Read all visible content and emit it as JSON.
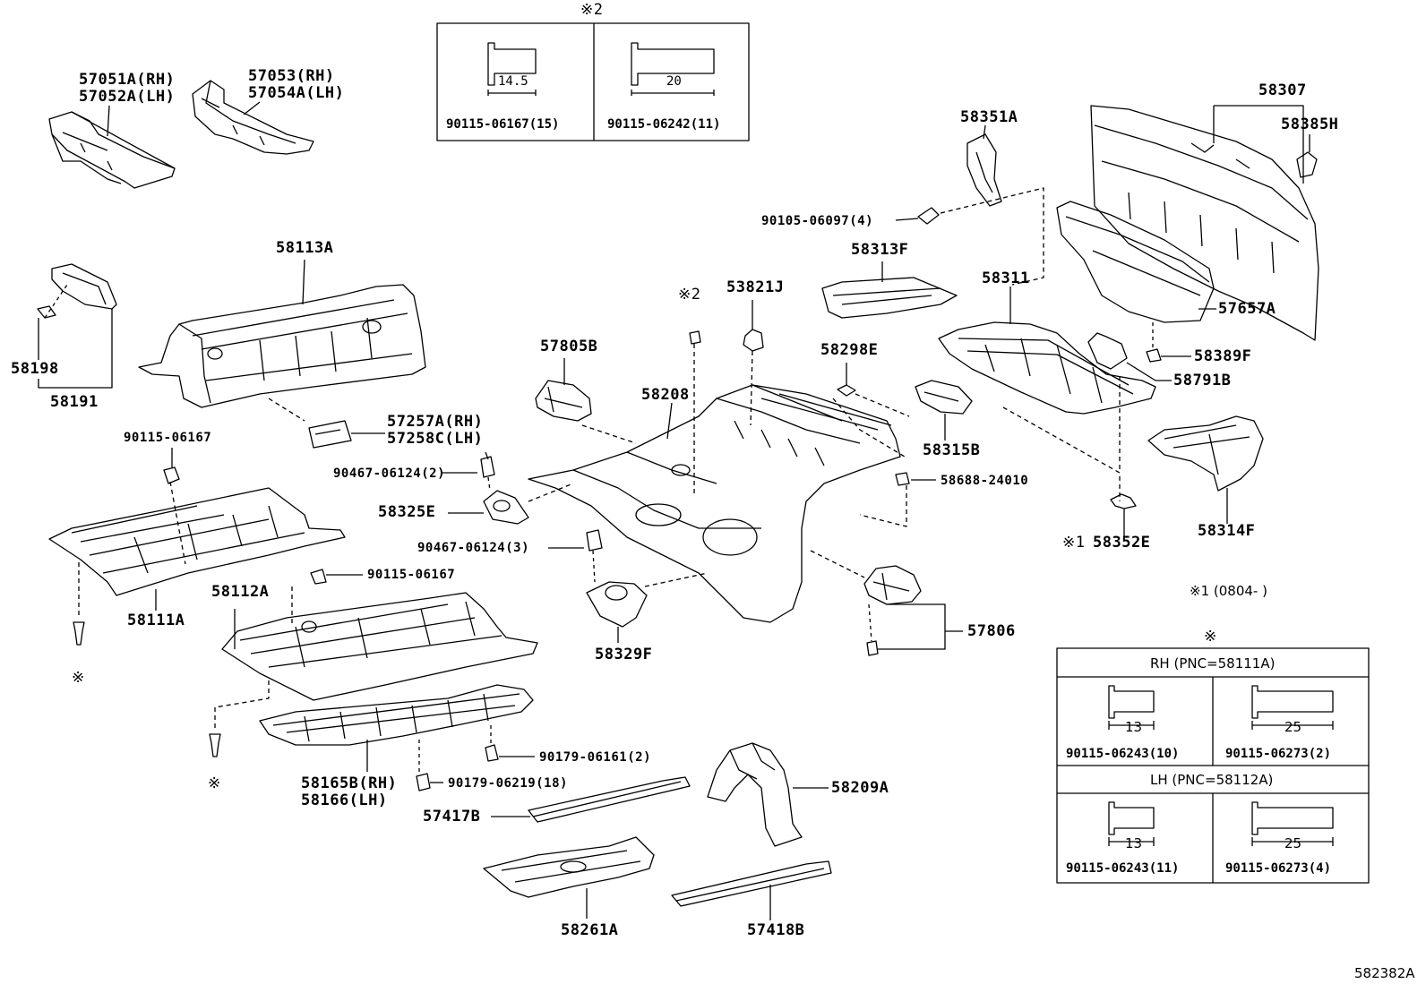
{
  "parts": {
    "p57051A": "57051A(RH)",
    "p57052A": "57052A(LH)",
    "p57053": "57053(RH)",
    "p57054A": "57054A(LH)",
    "p58113A": "58113A",
    "p58198": "58198",
    "p58191": "58191",
    "p57257A": "57257A(RH)",
    "p57258C": "57258C(LH)",
    "p90115_a": "90115-06167",
    "p90467_2": "90467-06124(2)",
    "p58325E": "58325E",
    "p90467_3": "90467-06124(3)",
    "p58111A": "58111A",
    "p90115_b": "90115-06167",
    "p58112A": "58112A",
    "p58329F": "58329F",
    "p90179_2": "90179-06161(2)",
    "p58165B": "58165B(RH)",
    "p58166": "58166(LH)",
    "p90179_18": "90179-06219(18)",
    "p57417B": "57417B",
    "p58209A": "58209A",
    "p58261A": "58261A",
    "p57418B": "57418B",
    "p57805B": "57805B",
    "p58208": "58208",
    "p53821J": "53821J",
    "p58298E": "58298E",
    "p58313F": "58313F",
    "p58351A": "58351A",
    "p90105": "90105-06097(4)",
    "p58307": "58307",
    "p58385H": "58385H",
    "p58311": "58311",
    "p57657A": "57657A",
    "p58389F": "58389F",
    "p58791B": "58791B",
    "p58315B": "58315B",
    "p58688": "58688-24010",
    "p58352E": "58352E",
    "p58314F": "58314F",
    "p57806": "57806"
  },
  "marks": {
    "ref": "※",
    "ref2": "※2",
    "ref1": "※1",
    "note1": "※1 (0804-     )",
    "fig": "582382A"
  },
  "top_table": {
    "dim_left": "14.5",
    "dim_right": "20",
    "pn_left": "90115-06167(15)",
    "pn_right": "90115-06242(11)"
  },
  "side_table": {
    "rh_header": "RH (PNC=58111A)",
    "lh_header": "LH (PNC=58112A)",
    "rh_dim1": "13",
    "rh_dim2": "25",
    "rh_pn1": "90115-06243(10)",
    "rh_pn2": "90115-06273(2)",
    "lh_dim1": "13",
    "lh_dim2": "25",
    "lh_pn1": "90115-06243(11)",
    "lh_pn2": "90115-06273(4)"
  },
  "icons": [
    "bolt-icon",
    "clip-icon",
    "floor-panel-icon"
  ]
}
